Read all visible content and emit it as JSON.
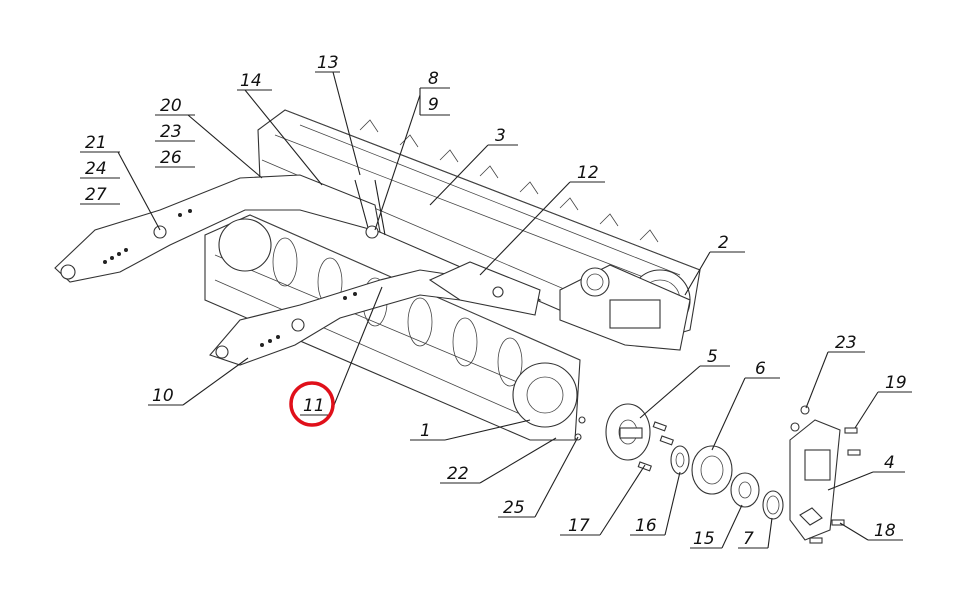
{
  "highlight_color": "#e0101a",
  "callouts": {
    "c1": "1",
    "c2": "2",
    "c3": "3",
    "c4": "4",
    "c5": "5",
    "c6": "6",
    "c7": "7",
    "c8": "8",
    "c9": "9",
    "c10": "10",
    "c11": "11",
    "c12": "12",
    "c13": "13",
    "c14": "14",
    "c15": "15",
    "c16": "16",
    "c17": "17",
    "c18": "18",
    "c19": "19",
    "c20": "20",
    "c21": "21",
    "c22": "22",
    "c23a": "23",
    "c23b": "23",
    "c24": "24",
    "c25": "25",
    "c26": "26",
    "c27": "27"
  }
}
